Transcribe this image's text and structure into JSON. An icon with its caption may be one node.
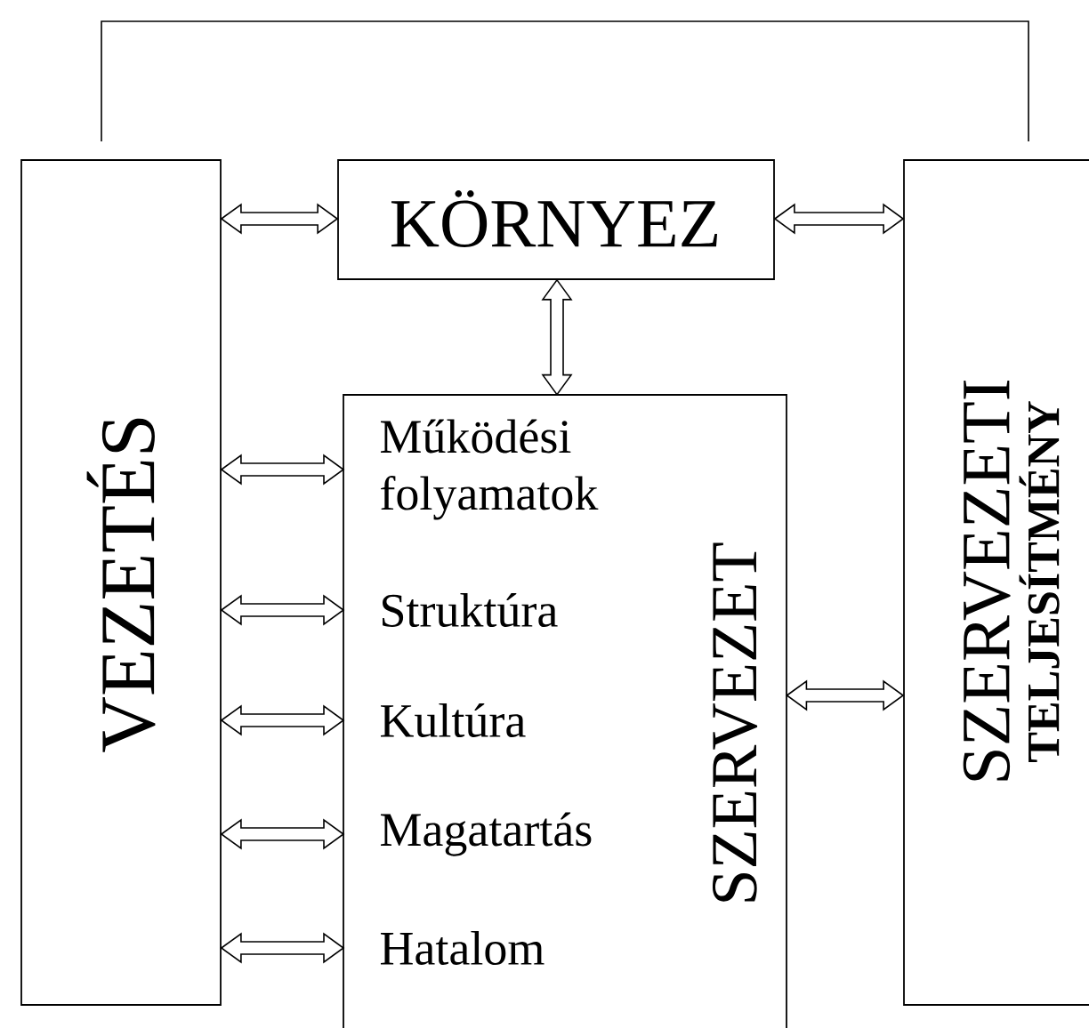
{
  "diagram": {
    "nodes": [
      {
        "text": [
          "VEZETÉS"
        ]
      },
      {
        "text": [
          "KÖRNYEZ"
        ]
      },
      {
        "text": [
          "SZERVEZET"
        ]
      },
      {
        "text": [
          "Működési folyamatok"
        ],
        "in": 2
      },
      {
        "text": [
          "Struktúra"
        ],
        "in": 2
      },
      {
        "text": [
          "Kultúra"
        ],
        "in": 2
      },
      {
        "text": [
          "Magatartás"
        ],
        "in": 2
      },
      {
        "text": [
          "Hatalom"
        ],
        "in": 2
      },
      {
        "text": [
          "SZERVEZETI",
          "TELJESÍTMÉNY"
        ]
      }
    ],
    "edges": [
      {
        "from": 0,
        "to": 1,
        "arrow": "both"
      },
      {
        "from": 1,
        "to": 8,
        "arrow": "both"
      },
      {
        "from": 1,
        "to": 2,
        "arrow": "both"
      },
      {
        "from": 0,
        "to": 3,
        "arrow": "both"
      },
      {
        "from": 0,
        "to": 4,
        "arrow": "both"
      },
      {
        "from": 0,
        "to": 5,
        "arrow": "both"
      },
      {
        "from": 0,
        "to": 6,
        "arrow": "both"
      },
      {
        "from": 0,
        "to": 7,
        "arrow": "both"
      },
      {
        "from": 2,
        "to": 8,
        "arrow": "both"
      },
      {
        "from": 0,
        "to": 8,
        "arrow": "none"
      }
    ]
  }
}
